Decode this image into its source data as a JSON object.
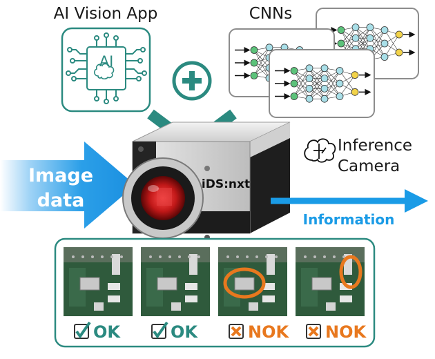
{
  "titles": {
    "ai_app": "AI Vision App",
    "cnns": "CNNs",
    "inference_line1": "Inference",
    "inference_line2": "Camera",
    "image_line1": "Image",
    "image_line2": "data",
    "information": "Information"
  },
  "chip_label": "AI",
  "camera_brand": "iDS:nxt",
  "results": [
    {
      "label": "OK",
      "status": "ok"
    },
    {
      "label": "OK",
      "status": "ok"
    },
    {
      "label": "NOK",
      "status": "nok"
    },
    {
      "label": "NOK",
      "status": "nok"
    }
  ],
  "colors": {
    "teal": "#2b8a80",
    "blue": "#1a9be6",
    "orange": "#e8781e",
    "pcb": "#2f5a3c"
  },
  "icons": [
    "ai-chip-icon",
    "plus-icon",
    "brain-icon",
    "checkbox-check-icon",
    "checkbox-x-icon"
  ]
}
